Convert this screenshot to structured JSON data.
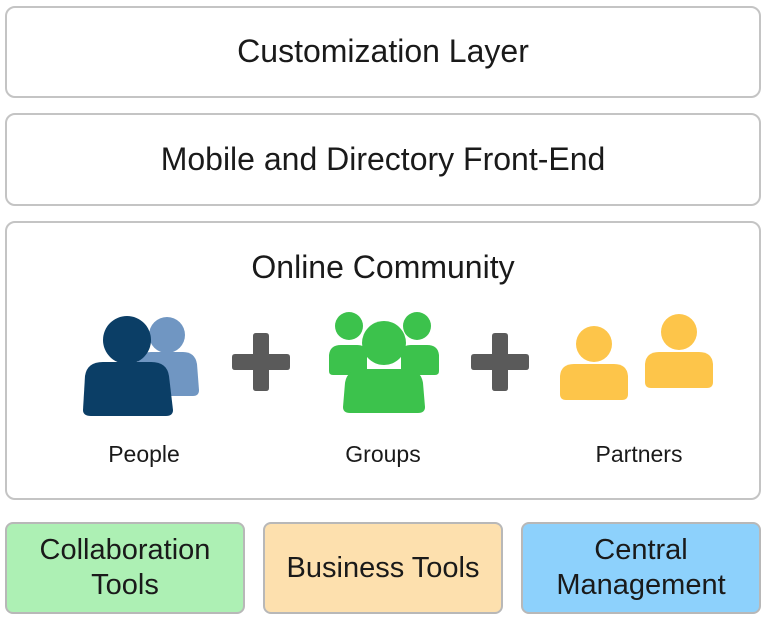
{
  "layers": {
    "customization": {
      "title": "Customization Layer"
    },
    "mobile": {
      "title": "Mobile and Directory Front-End"
    },
    "community": {
      "title": "Online Community",
      "items": [
        {
          "label": "People",
          "icon": "people-icon",
          "color_front": "#0b3e66",
          "color_back": "#7096c2"
        },
        {
          "label": "Groups",
          "icon": "groups-icon",
          "color": "#3cc24c"
        },
        {
          "label": "Partners",
          "icon": "partners-icon",
          "color": "#fdc54a"
        }
      ],
      "plus_color": "#5a5a5a"
    }
  },
  "tools": [
    {
      "line1": "Collaboration",
      "line2": "Tools",
      "color": "#adf0b4"
    },
    {
      "line1": "Business Tools",
      "line2": "",
      "color": "#fde0ae"
    },
    {
      "line1": "Central",
      "line2": "Management",
      "color": "#8dd1fc"
    }
  ]
}
